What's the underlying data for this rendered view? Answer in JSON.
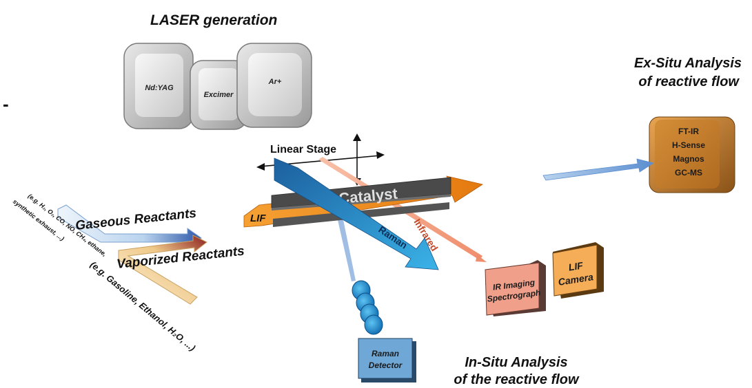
{
  "headings": {
    "laser_generation": "LASER generation",
    "ex_situ_line1": "Ex-Situ Analysis",
    "ex_situ_line2": "of reactive flow",
    "in_situ_line1": "In-Situ Analysis",
    "in_situ_line2": "of the reactive flow",
    "dash": "-"
  },
  "lasers": {
    "nd_yag": "Nd:YAG",
    "excimer": "Excimer",
    "ar_plus": "Ar+"
  },
  "ex_situ_box": {
    "line1": "FT-IR",
    "line2": "H-Sense",
    "line3": "Magnos",
    "line4": "GC-MS"
  },
  "setup": {
    "linear_stage": "Linear Stage",
    "catalyst": "Catalyst",
    "lif": "LIF",
    "raman": "Raman",
    "infrared": "Infrared"
  },
  "reactants": {
    "gaseous": "Gaseous Reactants",
    "vaporized": "Vaporized Reactants",
    "gaseous_examples_1": "(e.g. H₂, O₂, CO, NO, CH₄, ethane,",
    "gaseous_examples_2": "synthetic exhaust, ...)",
    "vaporized_examples": "(e.g. Gasoline, Ethanol, H₂O, ...)"
  },
  "detectors": {
    "ir_line1": "IR Imaging",
    "ir_line2": "Spectrograph",
    "lif_line1": "LIF",
    "lif_line2": "Camera",
    "raman_line1": "Raman",
    "raman_line2": "Detector"
  },
  "colors": {
    "laser_box": "#c9c9c9",
    "ex_situ_box": "#c8842c",
    "ir_box": "#f0a08a",
    "lif_box": "#f5ad57",
    "raman_box": "#6fa8d6",
    "lif_beam": "#f28a1e",
    "raman_beam": "#2f86c8",
    "infrared_beam": "#f2a080",
    "exhaust_arrow": "#9cbde0"
  }
}
